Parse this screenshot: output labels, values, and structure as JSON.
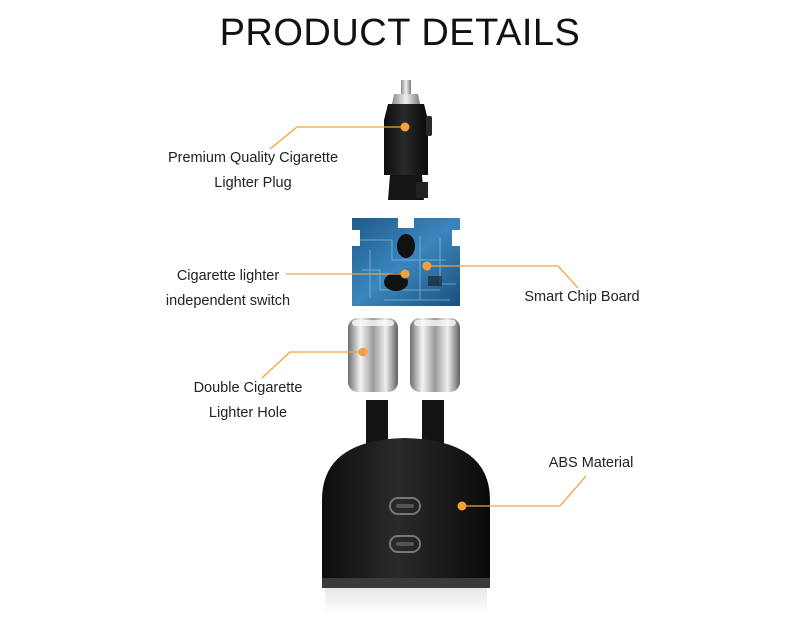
{
  "header": {
    "title": "PRODUCT DETAILS"
  },
  "callouts": {
    "plug": [
      "Premium Quality Cigarette",
      "Lighter Plug"
    ],
    "switch": [
      "Cigarette lighter",
      "independent switch"
    ],
    "chip": [
      "Smart Chip Board"
    ],
    "holes": [
      "Double Cigarette",
      "Lighter Hole"
    ],
    "abs": [
      "ABS Material"
    ]
  },
  "colors": {
    "accent": "#f5a03a",
    "body": "#1b1b1b",
    "pcb": "#2b6d9f",
    "chrome": "#d6d6d6"
  }
}
